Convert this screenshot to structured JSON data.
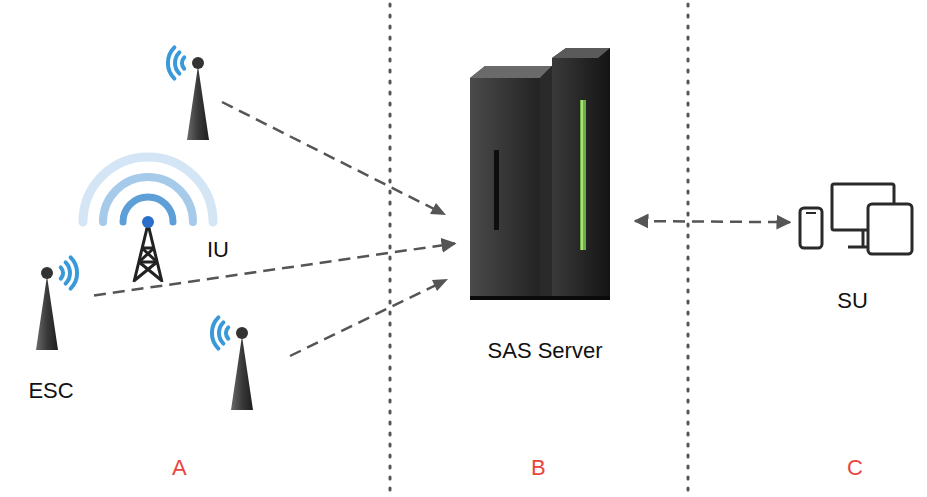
{
  "diagram": {
    "nodes": [
      {
        "text": [
          "IU"
        ]
      },
      {
        "text": [
          "ESC"
        ]
      },
      {
        "text": [
          "SAS Server"
        ]
      },
      {
        "text": [
          "SU"
        ]
      }
    ],
    "edges": [
      {
        "from": 1,
        "to": 2,
        "arrow": "to"
      },
      {
        "from": 2,
        "to": 3,
        "arrow": "both"
      }
    ],
    "labels": [
      "A",
      "B",
      "C"
    ]
  }
}
